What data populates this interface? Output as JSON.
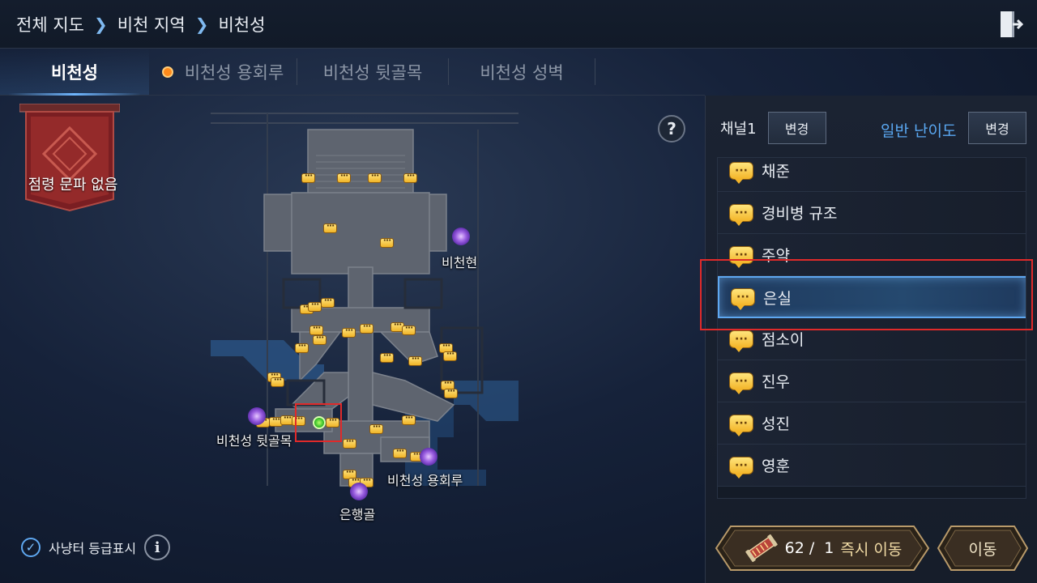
{
  "breadcrumb": {
    "items": [
      "전체 지도",
      "비천 지역",
      "비천성"
    ],
    "separator": ">"
  },
  "tabs": [
    {
      "label": "비천성",
      "active": true
    },
    {
      "label": "비천성 용회루",
      "active": false,
      "has_dot": true
    },
    {
      "label": "비천성 뒷골목",
      "active": false
    },
    {
      "label": "비천성 성벽",
      "active": false
    }
  ],
  "banner": {
    "text": "점령 문파 없음"
  },
  "map": {
    "labels": {
      "bicheonhyeon": "비천현",
      "back_alley": "비천성 뒷골목",
      "yonghoeru": "비천성 용회루",
      "eunhaenggol": "은행골"
    },
    "help_symbol": "?"
  },
  "grade_toggle": {
    "label": "사냥터 등급표시",
    "checked": true,
    "info_symbol": "i"
  },
  "side": {
    "channel_label": "채널1",
    "channel_change": "변경",
    "difficulty_label": "일반 난이도",
    "difficulty_change": "변경",
    "npcs": [
      "채준",
      "경비병 규조",
      "주약",
      "은실",
      "점소이",
      "진우",
      "성진",
      "영훈"
    ],
    "selected_npc": "은실",
    "bubble_symbol": "···"
  },
  "actions": {
    "teleport_count": "62 /",
    "teleport_cost": "1",
    "teleport_label": "즉시 이동",
    "move_label": "이동"
  },
  "colors": {
    "accent_blue": "#5aa8f2",
    "highlight_red": "#e02a2a",
    "npc_yellow": "#f3b52a",
    "tab_dot": "#ff8a1a"
  }
}
